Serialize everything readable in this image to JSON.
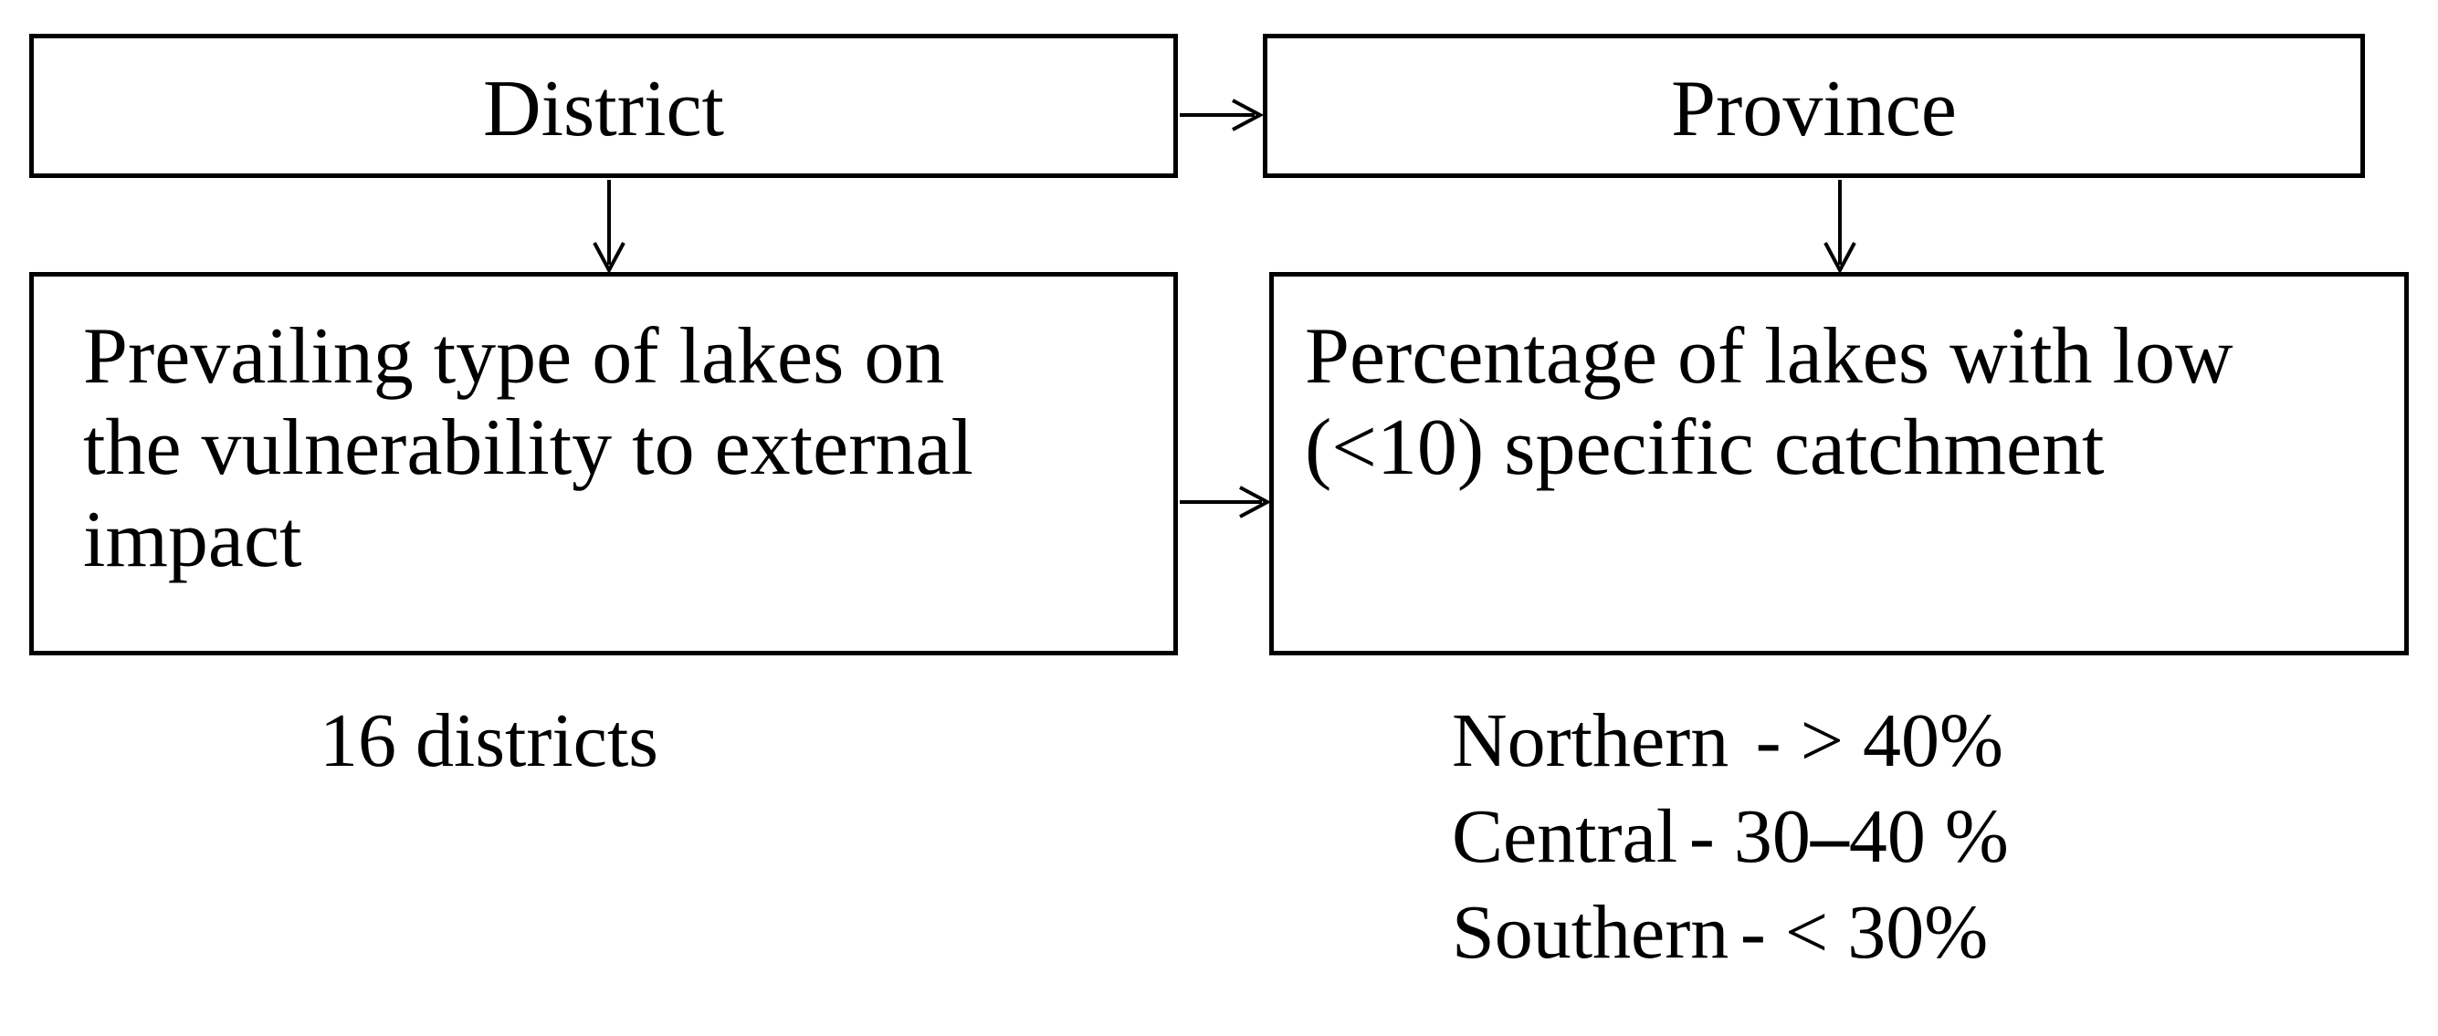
{
  "boxes": {
    "district": "District",
    "province": "Province",
    "district_detail": [
      "Prevailing type of lakes on",
      "the vulnerability to external",
      "impact"
    ],
    "province_detail": [
      "Percentage of lakes with low",
      "(<10) specific catchment"
    ]
  },
  "notes": {
    "district_count": "16 districts"
  },
  "provinces": [
    {
      "name": "Northern",
      "range": "- > 40%"
    },
    {
      "name": "Central",
      "range_prefix": "- 30",
      "range_dash": "–",
      "range_suffix": "40 %"
    },
    {
      "name": "Southern",
      "range": "- < 30%"
    }
  ]
}
